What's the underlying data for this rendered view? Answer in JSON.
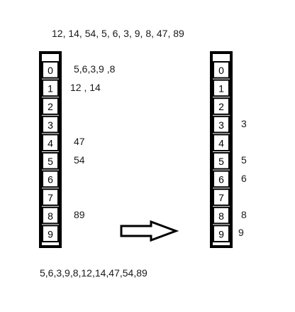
{
  "input_sequence": "12, 14, 54, 5, 6, 3, 9, 8, 47, 89",
  "output_sequence": "5,6,3,9,8,12,14,47,54,89",
  "buckets": [
    "0",
    "1",
    "2",
    "3",
    "4",
    "5",
    "6",
    "7",
    "8",
    "9"
  ],
  "left_contents": [
    {
      "bucket": 0,
      "text": "5,6,3,9 ,8"
    },
    {
      "bucket": 1,
      "text": "12 , 14"
    },
    {
      "bucket": 4,
      "text": "47"
    },
    {
      "bucket": 5,
      "text": "54"
    },
    {
      "bucket": 8,
      "text": "89"
    }
  ],
  "right_contents": [
    {
      "bucket": 3,
      "text": "3"
    },
    {
      "bucket": 5,
      "text": "5"
    },
    {
      "bucket": 6,
      "text": "6"
    },
    {
      "bucket": 8,
      "text": "8"
    },
    {
      "bucket": 9,
      "text": "9"
    }
  ]
}
